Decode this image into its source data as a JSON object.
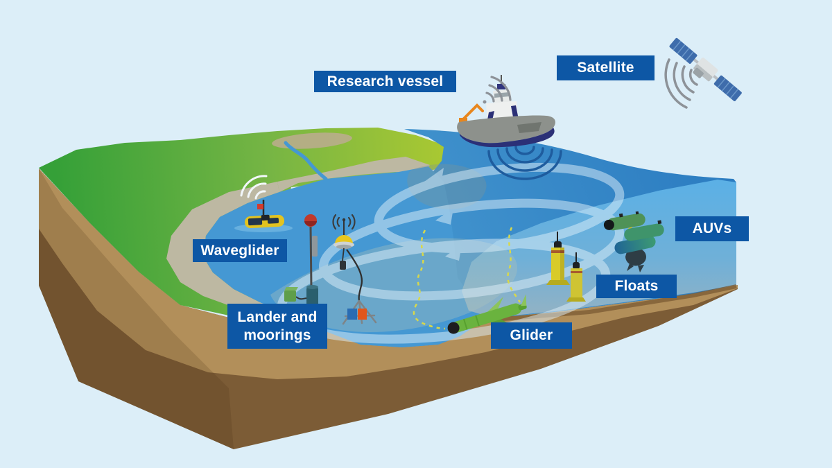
{
  "scene": {
    "background_color": "#dceef8",
    "label_style": {
      "background": "#0d57a5",
      "text_color": "#ffffff"
    }
  },
  "labels": {
    "research_vessel": {
      "text": "Research vessel"
    },
    "satellite": {
      "text": "Satellite"
    },
    "waveglider": {
      "text": "Waveglider"
    },
    "lander_and_moorings": {
      "text": "Lander and\nmoorings"
    },
    "glider": {
      "text": "Glider"
    },
    "floats": {
      "text": "Floats"
    },
    "auvs": {
      "text": "AUVs"
    }
  },
  "icons": [
    "satellite-icon",
    "satellite-signal-icon",
    "ship-icon",
    "ship-signal-icon",
    "ship-sonar-icon",
    "waveglider-icon",
    "waveglider-signal-icon",
    "mooring-mast-icon",
    "shore-station-icon",
    "surface-buoy-icon",
    "buoy-signal-icon",
    "seafloor-lander-icon",
    "glider-icon",
    "glider-track-icon",
    "argo-float-icon",
    "auv-icon",
    "eddy-current-icon"
  ],
  "colors": {
    "background": "#dceef8",
    "label_bg": "#0d57a5",
    "label_text": "#ffffff",
    "sea_deep": "#2b7cc1",
    "sea_mid": "#4598d3",
    "cross_section_top": "#5cb0e5",
    "cross_section_bottom": "#94b2c3",
    "land_green": "#35a038",
    "land_yellow_green": "#a9c832",
    "beach_sand": "#bdb8a2",
    "seafloor_tan": "#b28f5a",
    "seafloor_brown": "#7c5c36",
    "eddy_arrow": "#dff0fa",
    "signal_gray": "#8d9298",
    "sonar_blue": "#1e5c9e",
    "ship_navy": "#2b3077",
    "ship_hull_gray": "#8d918c",
    "crane_orange": "#e8861d",
    "waveglider_yellow": "#e3c31f",
    "flag_red": "#d23b2e",
    "buoy_yellow": "#e8c71e",
    "mast_ball_red": "#c0392b",
    "lander_box_blue": "#2a6cb3",
    "lander_box_orange": "#e0561c",
    "float_yellow": "#d9cb29",
    "glider_green": "#6ab33e",
    "auv_green": "#4f9257",
    "auv_teal": "#3f946b",
    "auv_blue": "#2b7aa1",
    "track_yellow": "#d8d84a"
  }
}
